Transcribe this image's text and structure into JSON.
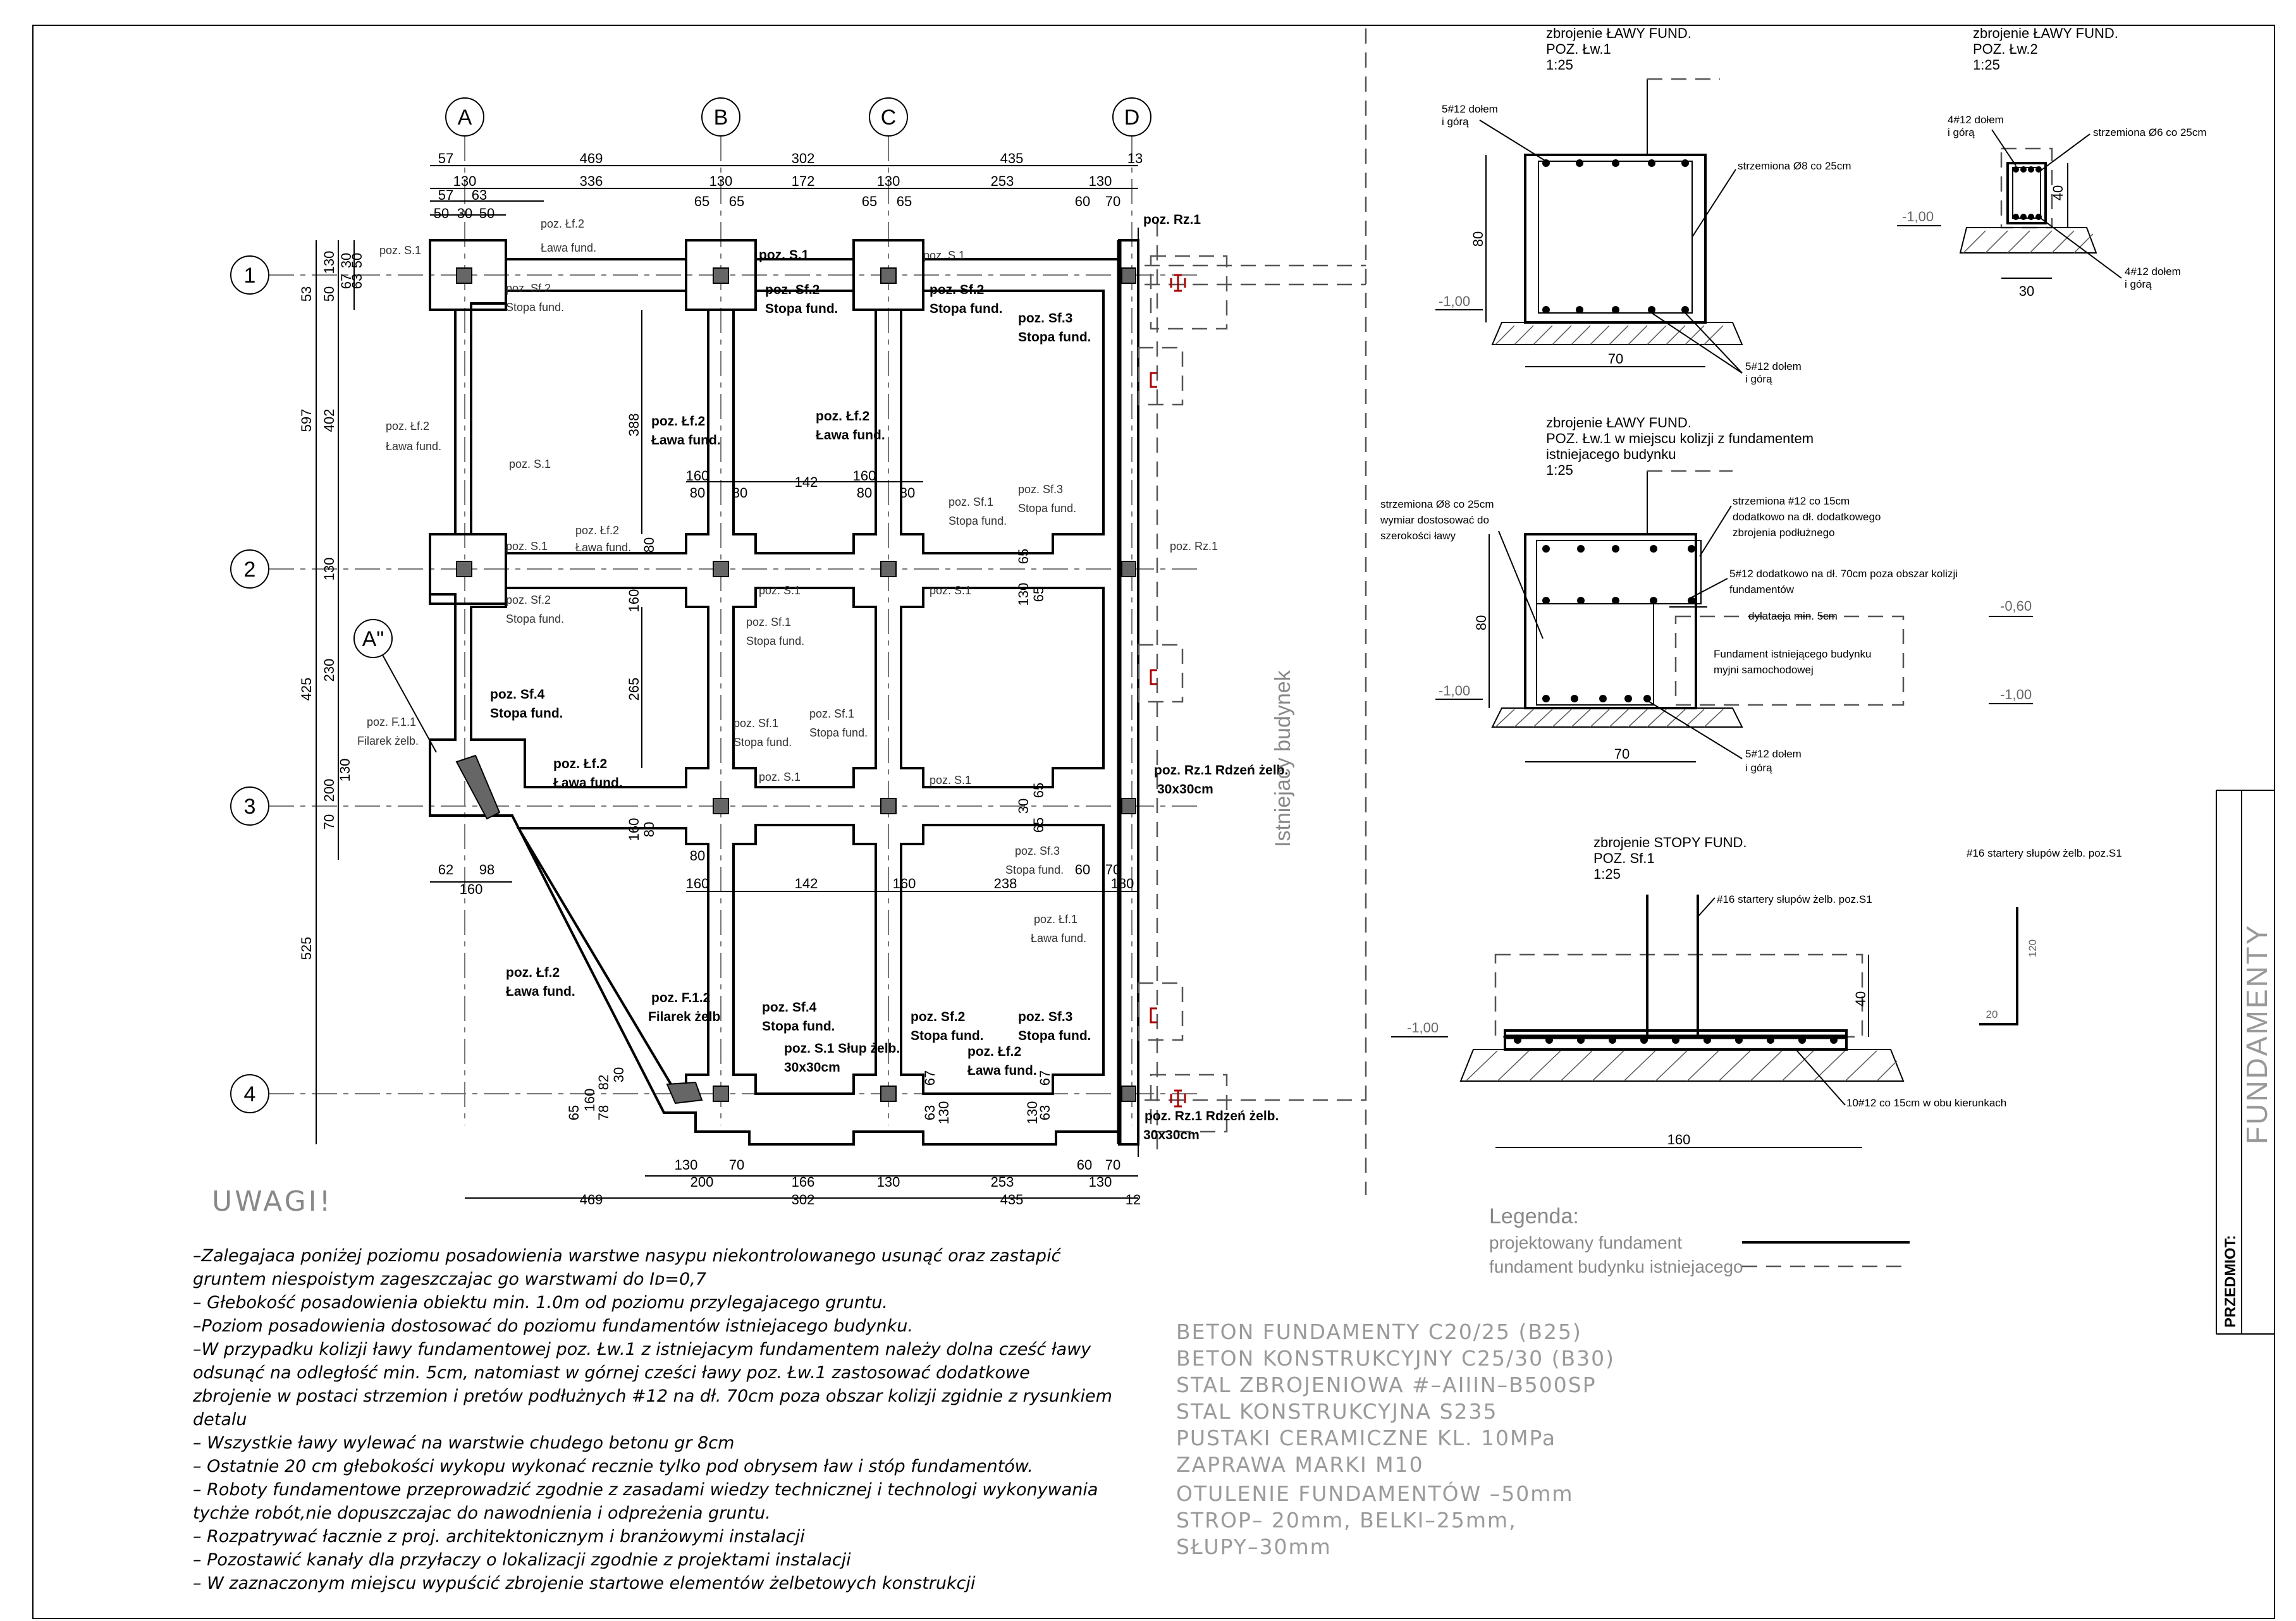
{
  "grid": {
    "columns": [
      "A",
      "B",
      "C",
      "D"
    ],
    "rows": [
      "1",
      "2",
      "3",
      "4"
    ],
    "extra_axis": "A\""
  },
  "dims": {
    "top_row1": [
      "57",
      "469",
      "302",
      "435",
      "13"
    ],
    "top_row2": [
      "130",
      "336",
      "130",
      "172",
      "130",
      "253",
      "130"
    ],
    "top_row3": [
      "57",
      "63",
      "65",
      "65",
      "65",
      "65",
      "60",
      "70"
    ],
    "top_row4": [
      "50",
      "30",
      "50"
    ],
    "bottom_row1": [
      "130",
      "70"
    ],
    "bottom_row2": [
      "200",
      "166",
      "130",
      "253",
      "130"
    ],
    "bottom_row3": [
      "469",
      "302",
      "435",
      "12"
    ],
    "bottom_extra": [
      "60",
      "70"
    ],
    "left_outer": [
      "53",
      "597",
      "130",
      "425",
      "525"
    ],
    "left_mid": [
      "50",
      "130",
      "402",
      "230",
      "200",
      "70"
    ],
    "left_inner": [
      "67",
      "30",
      "50",
      "63",
      "130"
    ],
    "left_bottom": [
      "65",
      "160",
      "78",
      "82",
      "30"
    ],
    "interior": {
      "d388": "388",
      "d160a": "160",
      "d80a": "80",
      "d142a": "142",
      "d160b": "160",
      "d80b": "80",
      "d80c": "80",
      "d80d": "80",
      "d160c": "160",
      "d265": "265",
      "d80e": "80",
      "d160d": "160",
      "d80f": "80",
      "d160e": "160",
      "d142b": "142",
      "d160f": "160",
      "d238": "238",
      "d60": "60",
      "d70": "70",
      "d130r": "130",
      "d65a": "65",
      "d65b": "65",
      "d130c": "130",
      "d65c": "65",
      "d30a": "30",
      "d65d": "65",
      "d67a": "67",
      "d63a": "63",
      "d130d": "130",
      "d67b": "67",
      "d63b": "63",
      "d130e": "130",
      "d62": "62",
      "d98": "98",
      "d160g": "160",
      "d180": "180"
    }
  },
  "labels": {
    "pozS1": "poz. S.1",
    "pozLf2": "poz. Łf.2",
    "lawaFund": "Ława fund.",
    "pozSf2": "poz. Sf.2",
    "stopaFund": "Stopa fund.",
    "pozSf3": "poz. Sf.3",
    "pozSf1": "poz. Sf.1",
    "pozSf4": "poz. Sf.4",
    "pozLf1": "poz. Łf.1",
    "pozRz1": "poz. Rz.1",
    "pozRz1Rdzen": "poz. Rz.1 Rdzeń żelb.",
    "size30": "30x30cm",
    "pozF11": "poz. F.1.1",
    "filarek": "Filarek żelb.",
    "pozF12": "poz. F.1.2",
    "filarekShort": "Filarek żelb",
    "pozS1Slup": "poz. S.1 Słup żelb.",
    "istniejacy": "Istniejacy budynek"
  },
  "notes": {
    "title": "UWAGI!",
    "lines": [
      "–Zalegajaca poniżej poziomu posadowienia warstwe nasypu niekontrolowanego usunąć oraz zastapić",
      "gruntem niespoistym zageszczajac go warstwami do Iᴅ=0,7",
      "– Głebokość posadowienia obiektu min. 1.0m od poziomu przylegajacego gruntu.",
      "–Poziom posadowienia dostosować do poziomu fundamentów istniejacego budynku.",
      "–W przypadku kolizji ławy fundamentowej poz. Łw.1 z istniejacym fundamentem należy  dolna cześć ławy",
      "odsunąć na odległość min. 5cm, natomiast w górnej cześci ławy poz. Łw.1 zastosować dodatkowe",
      "zbrojenie w postaci strzemion i pretów podłużnych #12 na dł. 70cm poza obszar kolizji zgidnie z rysunkiem",
      "detalu",
      "– Wszystkie ławy wylewać na warstwie chudego betonu gr 8cm",
      "– Ostatnie 20 cm głebokości wykopu wykonać recznie tylko pod obrysem ław i stóp fundamentów.",
      "– Roboty fundamentowe przeprowadzić zgodnie z zasadami wiedzy technicznej i technologi wykonywania",
      "tychże robót,nie dopuszczajac do nawodnienia i odpreżenia gruntu.",
      "– Rozpatrywać łacznie z proj. architektonicznym i branżowymi instalacji",
      "– Pozostawić kanały dla przyłaczy o lokalizacji zgodnie z projektami instalacji",
      "– W zaznaczonym miejscu wypuścić zbrojenie startowe elementów żelbetowych konstrukcji"
    ]
  },
  "specs": [
    "BETON FUNDAMENTY C20/25 (B25)",
    "BETON KONSTRUKCYJNY C25/30 (B30)",
    "STAL ZBROJENIOWA #–AIIIN–B500SP",
    "STAL KONSTRUKCYJNA S235",
    "PUSTAKI CERAMICZNE KL. 10MPa",
    "ZAPRAWA MARKI M10",
    "OTULENIE FUNDAMENTÓW –50mm",
    "STROP– 20mm, BELKI–25mm,",
    "SŁUPY–30mm"
  ],
  "legend": {
    "title": "Legenda:",
    "items": [
      "projektowany fundament",
      "fundament budynku istniejacego"
    ]
  },
  "details": {
    "lw1": {
      "title": [
        "zbrojenie ŁAWY FUND.",
        "POZ. Łw.1",
        "1:25"
      ],
      "top_rebar": [
        "5#12 dołem",
        "i górą"
      ],
      "stirrup": "strzemiona Ø8 co 25cm",
      "height": "80",
      "width": "70",
      "level": "-1,00",
      "bottom_rebar": [
        "5#12 dołem",
        "i górą"
      ]
    },
    "lw2": {
      "title": [
        "zbrojenie ŁAWY FUND.",
        "POZ. Łw.2",
        "1:25"
      ],
      "top_rebar": [
        "4#12 dołem",
        "i górą"
      ],
      "stirrup": "strzemiona Ø6 co 25cm",
      "height": "40",
      "width": "30",
      "level": "-1,00",
      "bottom_rebar": [
        "4#12 dołem",
        "i górą"
      ]
    },
    "lw1k": {
      "title": [
        "zbrojenie ŁAWY FUND.",
        "POZ. Łw.1 w miejscu kolizji z  fundamentem",
        "istniejacego budynku",
        "1:25"
      ],
      "stirrup_left": [
        "strzemiona Ø8 co 25cm",
        "wymiar dostosować do",
        "szerokości ławy"
      ],
      "stirrup_right": [
        "strzemiona #12 co 15cm",
        "dodatkowo na dł. dodatkowego",
        "zbrojenia podłużnego"
      ],
      "extra": [
        "5#12 dodatkowo na dł. 70cm poza obszar kolizji",
        "fundamentów"
      ],
      "gap": "dylatacja min. 5cm",
      "existing": [
        "Fundament istniejącego budynku",
        "myjni samochodowej"
      ],
      "height": "80",
      "width": "70",
      "level1": "-0,60",
      "level2": "-1,00",
      "level3": "-1,00",
      "bottom_rebar": [
        "5#12 dołem",
        "i górą"
      ]
    },
    "sf1": {
      "title": [
        "zbrojenie STOPY FUND.",
        "POZ. Sf.1",
        "1:25"
      ],
      "starter": "#16 startery słupów żelb. poz.S1",
      "height": "40",
      "width": "160",
      "level": "-1,00",
      "mesh": "10#12 co 15cm w obu kierunkach"
    },
    "starter_bar": {
      "label": "#16 startery słupów żelb. poz.S1",
      "v": "120",
      "h": "20"
    }
  },
  "titleblock": {
    "subject_label": "PRZEDMIOT:",
    "subject": "FUNDAMENTY"
  }
}
